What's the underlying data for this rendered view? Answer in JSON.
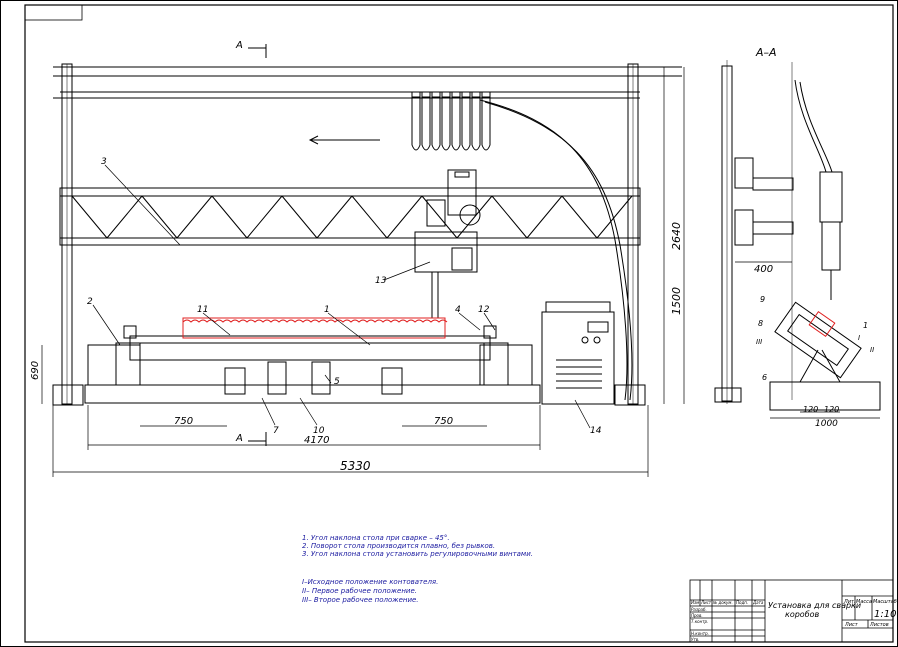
{
  "sheet": {
    "scale": "1:10",
    "title_line1": "Установка для сварки",
    "title_line2": "коробов",
    "section_label": "А–А",
    "section_mark": "А"
  },
  "dimensions": {
    "height_total": "2640",
    "height_beam": "1500",
    "height_base": "690",
    "width_left": "750",
    "width_right": "750",
    "width_base": "4170",
    "width_total": "5330",
    "side_400": "400",
    "side_120a": "120",
    "side_120b": "120",
    "side_1000": "1000"
  },
  "callouts": {
    "c1": "1",
    "c2": "2",
    "c3": "3",
    "c4": "4",
    "c5": "5",
    "c7": "7",
    "c10": "10",
    "c11": "11",
    "c12": "12",
    "c13": "13",
    "c14": "14",
    "s1": "1",
    "s6": "6",
    "s8": "8",
    "s9": "9",
    "sI": "I",
    "sII": "II",
    "sIII": "III"
  },
  "notes": [
    "1. Угол наклона стола при сварке – 45°.",
    "2. Поворот стола производится плавно, без рывков.",
    "3. Угол наклона стола установить регулировочными винтами."
  ],
  "positions": [
    "I–Исходное положение контователя.",
    "II– Первое рабочее положение.",
    "III– Второе рабочее положение."
  ],
  "title_block": {
    "h_izm": "Изм",
    "h_list": "Лист",
    "h_doc": "№ докум.",
    "h_sign": "Подп.",
    "h_date": "Дата",
    "r_razrab": "Разраб.",
    "r_prov": "Пров.",
    "r_tkontr": "Т.контр.",
    "r_nkontr": "Н.контр.",
    "r_utv": "Утв.",
    "h_lit": "Лит.",
    "h_massa": "Масса",
    "h_masshtab": "Масштаб",
    "h_sheet": "Лист",
    "h_sheets": "Листов"
  }
}
